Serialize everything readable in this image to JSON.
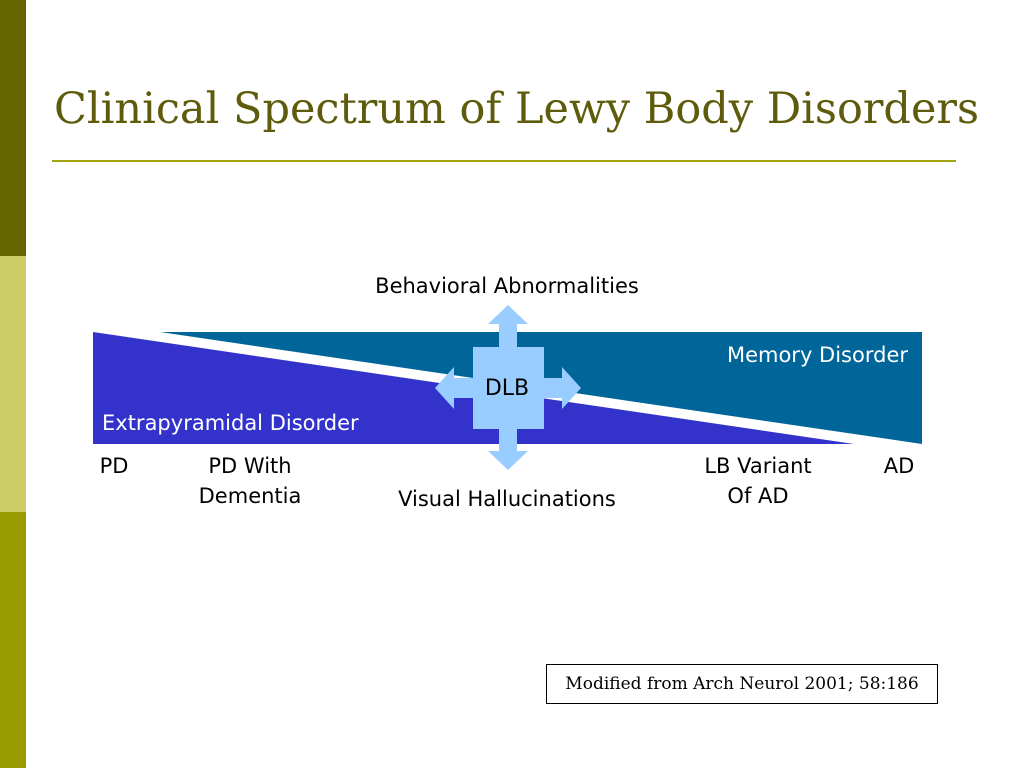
{
  "slide": {
    "title": "Clinical Spectrum of Lewy Body Disorders",
    "colors": {
      "title": "#5e5c0c",
      "rule": "#a4a411",
      "bar_dark": "#646400",
      "bar_light": "#cccc66",
      "bar_mid": "#999900",
      "memory_band": "#006699",
      "extrapyramidal_band": "#3333cc",
      "dlb_cross": "#99ccff",
      "band_text": "#ffffff"
    }
  },
  "diagram": {
    "top_label": "Behavioral Abnormalities",
    "bottom_label": "Visual Hallucinations",
    "memory_label": "Memory Disorder",
    "extrapyramidal_label": "Extrapyramidal Disorder",
    "center_label": "DLB",
    "axis_labels": [
      {
        "text": "PD"
      },
      {
        "text": "PD With\nDementia"
      },
      {
        "text": "LB Variant\nOf AD"
      },
      {
        "text": "AD"
      }
    ]
  },
  "citation": "Modified from Arch Neurol 2001; 58:186"
}
